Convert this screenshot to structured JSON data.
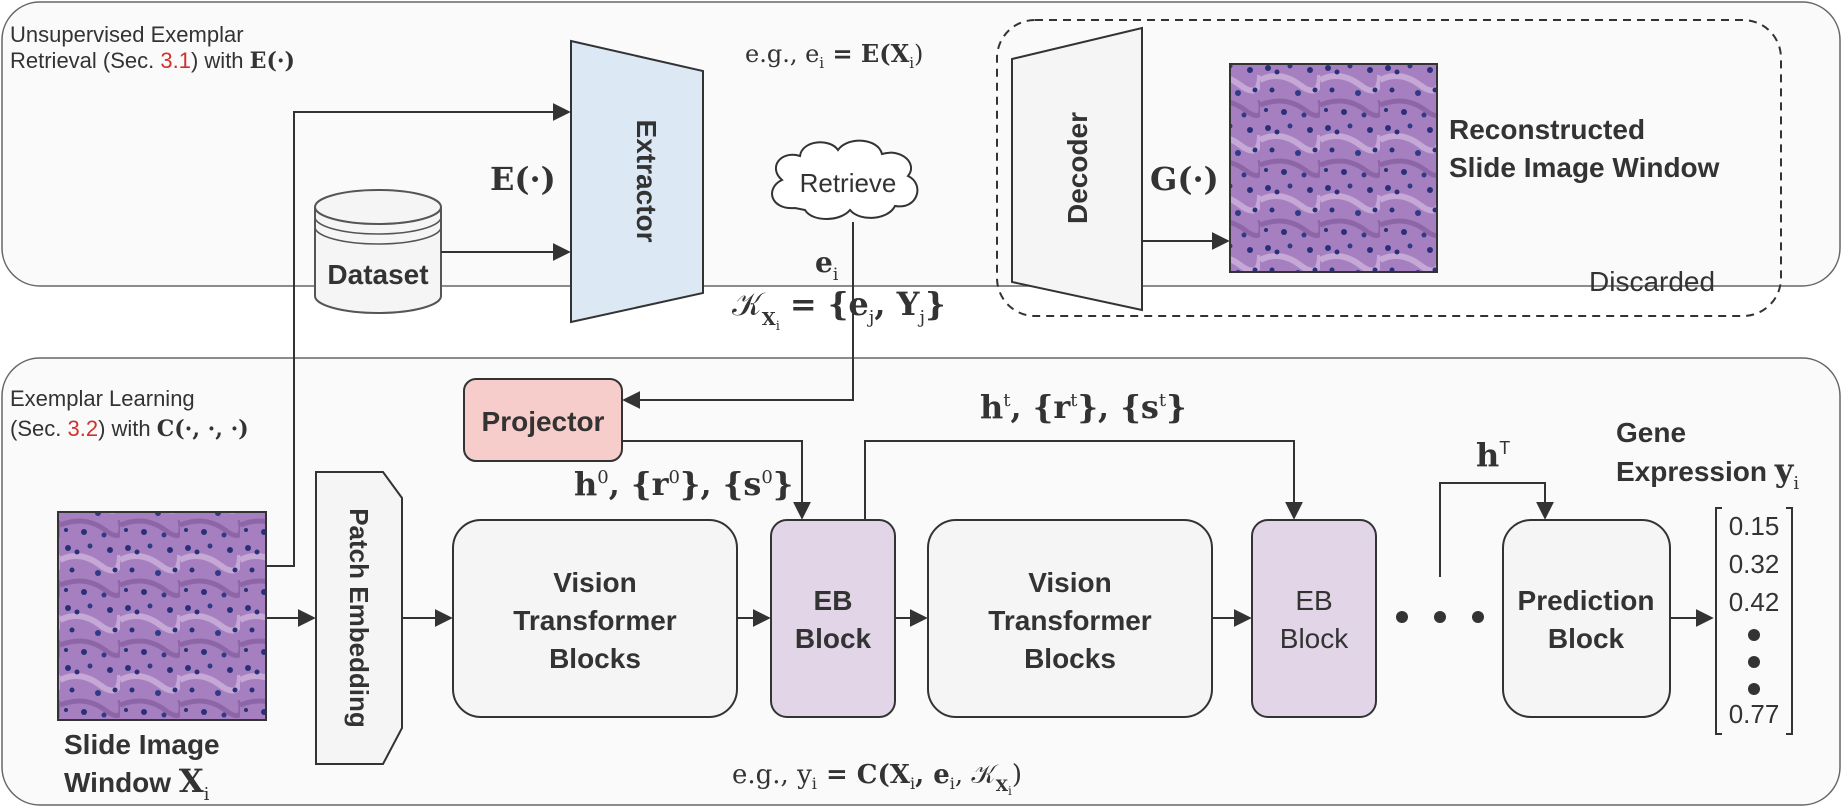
{
  "retrieval_panel": {
    "title_line1": "Unsupervised Exemplar",
    "title_pre": "Retrieval (Sec. ",
    "title_ref": "3.1",
    "title_post": ") with ",
    "title_math": "E(·)",
    "extractor_label": "Extractor",
    "extractor_fn": "E(·)",
    "dataset_label": "Dataset",
    "example_eq": "e.g., e",
    "example_eq_sub": "i",
    "example_eq_rest": " = E(X",
    "example_eq_sub2": "i",
    "example_eq_end": ")",
    "retrieve_label": "Retrieve",
    "ei_label": "e",
    "ei_sub": "i",
    "k_lhs": "𝒦",
    "k_lhs_sub": "X",
    "k_lhs_subsub": "i",
    "k_rhs": "= {e",
    "k_rhs_sub1": "j",
    "k_rhs_mid": ", Y",
    "k_rhs_sub2": "j",
    "k_rhs_end": "}"
  },
  "discard_region": {
    "decoder_label": "Decoder",
    "decoder_fn": "G(·)",
    "recon_line1": "Reconstructed",
    "recon_line2": "Slide Image Window",
    "discarded_label": "Discarded"
  },
  "learning_panel": {
    "title_line1": "Exemplar Learning",
    "title_pre": "(Sec. ",
    "title_ref": "3.2",
    "title_post": ") with ",
    "title_math": "C(·, ·, ·)",
    "projector_label": "Projector",
    "h0_label": "h",
    "h0_sup": "0",
    "h0_rest": ", {r",
    "h0_sup2": "0",
    "h0_rest2": "}, {s",
    "h0_sup3": "0",
    "h0_end": "}",
    "ht_label": "h",
    "ht_sup": "t",
    "ht_rest": ", {r",
    "ht_sup2": "t",
    "ht_rest2": "}, {s",
    "ht_sup3": "t",
    "ht_end": "}",
    "hT_label": "h",
    "hT_sup": "T",
    "patch_embedding_label": "Patch Embedding",
    "vit1_line1": "Vision",
    "vit1_line2": "Transformer",
    "vit1_line3": "Blocks",
    "eb1_line1": "EB",
    "eb1_line2": "Block",
    "vit2_line1": "Vision",
    "vit2_line2": "Transformer",
    "vit2_line3": "Blocks",
    "eb2_line1": "EB",
    "eb2_line2": "Block",
    "pred_line1": "Prediction",
    "pred_line2": "Block",
    "gene_line1": "Gene",
    "gene_line2": "Expression ",
    "gene_math": "y",
    "gene_sub": "i",
    "output_values": [
      "0.15",
      "0.32",
      "0.42",
      "0.77"
    ],
    "slide_line1": "Slide Image",
    "slide_line2": "Window ",
    "slide_math": "X",
    "slide_sub": "i",
    "example_eq": "e.g., y",
    "example_sub": "i",
    "example_rest": " = C(X",
    "example_sub2": "i",
    "example_rest2": ", e",
    "example_sub3": "i",
    "example_rest3": ", 𝒦",
    "example_sub4": "X",
    "example_subsub4": "i",
    "example_end": ")"
  },
  "colors": {
    "panel_fill": "#fafafa",
    "panel_stroke": "#666666",
    "extractor_fill": "#dce9f5",
    "projector_fill": "#f7cdcb",
    "eb_fill": "#e2d5e8",
    "block_fill": "#f5f5f5",
    "reference_red": "#d0312d",
    "tissue_base": "#a57fbf",
    "nuclei": "#2b2f7a"
  }
}
